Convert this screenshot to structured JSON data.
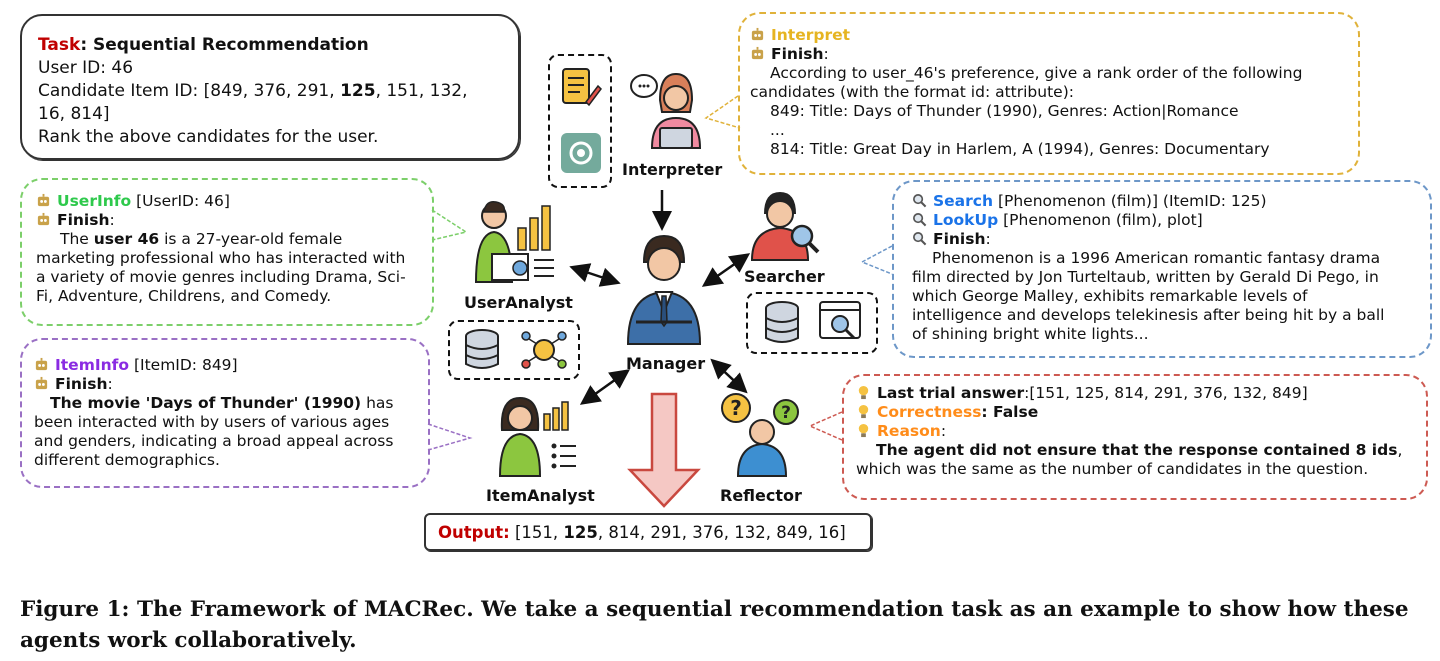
{
  "task_box": {
    "task_label": "Task",
    "task_title": ": Sequential Recommendation",
    "user_id_line": "User ID: 46",
    "candidate_prefix": "Candidate Item ID: [849, 376, 291, ",
    "candidate_bold": "125",
    "candidate_suffix": ", 151, 132,",
    "candidate_line2": "16, 814]",
    "rank_line": "Rank the above candidates for the user."
  },
  "interpret_box": {
    "action1": "Interpret",
    "finish_label": "Finish",
    "finish_colon": ":",
    "line1": "According to user_46's preference, give a rank order of the following",
    "line2": "candidates (with the format id: attribute):",
    "line3": "849: Title: Days of Thunder (1990), Genres: Action|Romance",
    "line4": "...",
    "line5": "814: Title: Great Day in Harlem, A (1994), Genres: Documentary"
  },
  "userinfo_box": {
    "action": "UserInfo",
    "action_arg": " [UserID: 46]",
    "finish_label": "Finish",
    "finish_colon": ":",
    "line1_pre": "The ",
    "line1_bold": "user 46",
    "line1_post": " is a 27-year-old female",
    "line2": "marketing professional who has interacted with",
    "line3": "a variety of movie genres including Drama, Sci-",
    "line4": "Fi, Adventure, Childrens, and Comedy."
  },
  "iteminfo_box": {
    "action": "ItemInfo",
    "action_arg": " [ItemID: 849]",
    "finish_label": "Finish",
    "finish_colon": ":",
    "line1_bold": "The movie 'Days of Thunder' (1990)",
    "line1_post": " has",
    "line2": "been interacted with by users of various ages",
    "line3": "and genders, indicating a broad appeal across",
    "line4": "different demographics."
  },
  "search_box": {
    "action1": "Search",
    "action1_arg": " [Phenomenon (film)] (ItemID: 125)",
    "action2": "LookUp",
    "action2_arg": " [Phenomenon (film), plot]",
    "finish_label": "Finish",
    "finish_colon": ":",
    "line1": "Phenomenon is a 1996 American romantic fantasy drama",
    "line2": "film directed by Jon Turteltaub, written by Gerald Di Pego, in",
    "line3": "which George Malley, exhibits remarkable levels of",
    "line4": "intelligence and develops telekinesis after being hit by a ball",
    "line5": "of shining bright white lights..."
  },
  "reflector_box": {
    "last_label": "Last trial answer",
    "last_value": ":[151, 125, 814, 291, 376, 132, 849]",
    "correct_label": "Correctness",
    "correct_colon": ": ",
    "correct_value": "False",
    "reason_label": "Reason",
    "reason_colon": ":",
    "line1": "The agent did not ensure that the response contained 8 ids",
    "line1_post": ",",
    "line2": "which was the same as the number of candidates in the question."
  },
  "output_box": {
    "label": "Output:",
    "pre": " [151, ",
    "bold": "125",
    "post": ", 814, 291, 376, 132, 849, 16]"
  },
  "agents": {
    "interpreter": "Interpreter",
    "manager": "Manager",
    "user_analyst": "UserAnalyst",
    "item_analyst": "ItemAnalyst",
    "searcher": "Searcher",
    "reflector": "Reflector"
  },
  "caption": "Figure 1: The Framework of MACRec. We take a sequential recommendation task as an example to show how these agents work collaboratively.",
  "colors": {
    "task_red": "#c00000",
    "interpret_gold": "#e6b421",
    "userinfo_green": "#2ec94c",
    "iteminfo_purple": "#8a2be2",
    "search_blue": "#1a73e8",
    "reflector_orange": "#ff8c1a",
    "output_red": "#c00000",
    "interpret_border": "#e0b23a",
    "userinfo_border": "#7ccf6a",
    "iteminfo_border": "#9a70c4",
    "search_border": "#6d97c8",
    "reflector_border": "#cd5a52"
  }
}
